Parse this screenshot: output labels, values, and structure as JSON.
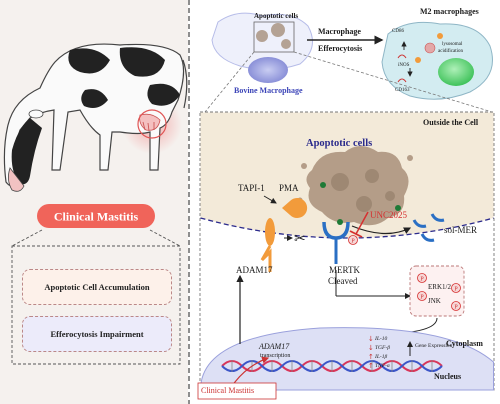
{
  "left_panel": {
    "badge": "Clinical Mastitis",
    "outcome_1": "Apoptotic Cell Accumulation",
    "outcome_2": "Efferocytosis Impairment"
  },
  "top_panel": {
    "apoptotic_cells": "Apoptotic cells",
    "bovine_macrophage": "Bovine Macrophage",
    "arrow_label_1": "Macrophage",
    "arrow_label_2": "Efferocytosis",
    "m2_title": "M2 macrophages",
    "cd86": "CD86",
    "inos": "iNOS",
    "cd163": "CD163",
    "lysosomal": "lysosomal",
    "acidification": "acidification"
  },
  "main_panel": {
    "outside": "Outside the Cell",
    "apoptotic_cells": "Apoptotic cells",
    "tapi": "TAPI-1",
    "pma": "PMA",
    "unc": "UNC2025",
    "sol_mer": "sol-MER",
    "adam17": "ADAM17",
    "mertk": "MERTK",
    "cleaved": "Cleaved",
    "erk": "ERK1/2",
    "jnk": "JNK",
    "cytoplasm": "Cytoplasm",
    "nucleus": "Nucleus",
    "adam17_gene": "ADAM17",
    "transcription": "transcription",
    "il10": "IL-10",
    "tgfb": "TGF-β",
    "il1b": "IL-1β",
    "tnfa": "TNF-α",
    "gene_expression": "Gene Expression",
    "p": "P"
  },
  "bottom_label": "Clinical Mastitis",
  "colors": {
    "badge": "#f0645a",
    "outside_bg": "#f3ead9",
    "membrane": "#2b2a8c",
    "inhibit": "#d63030",
    "mertk": "#2a6fc4",
    "adam": "#f2a03a"
  }
}
